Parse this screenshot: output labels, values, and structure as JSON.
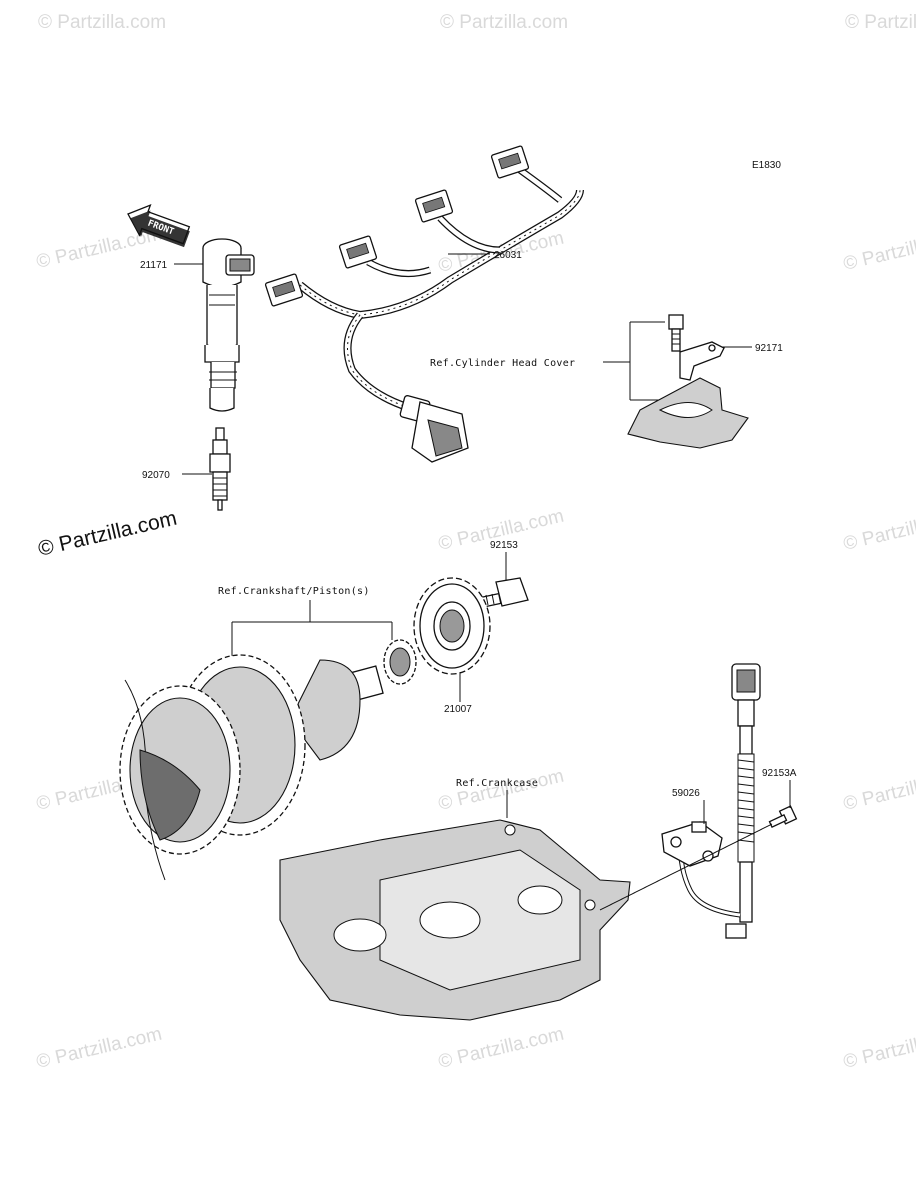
{
  "diagram_code": "E1830",
  "watermark": "Partzilla.com",
  "watermark_main": "© Partzilla.com",
  "front_arrow_label": "FRONT",
  "parts": {
    "ignition_coil": "21171",
    "wire_harness": "26031",
    "spark_plug": "92070",
    "clamp": "92171",
    "bolt": "92153",
    "timing_rotor": "21007",
    "bolt_a": "92153A",
    "bracket": "59026"
  },
  "references": {
    "cylinder_head_cover": "Ref.Cylinder Head Cover",
    "crankshaft": "Ref.Crankshaft/Piston(s)",
    "crankcase": "Ref.Crankcase"
  },
  "colors": {
    "line": "#111111",
    "watermark": "#d9d9d9",
    "shade": "#cfcfcf"
  }
}
